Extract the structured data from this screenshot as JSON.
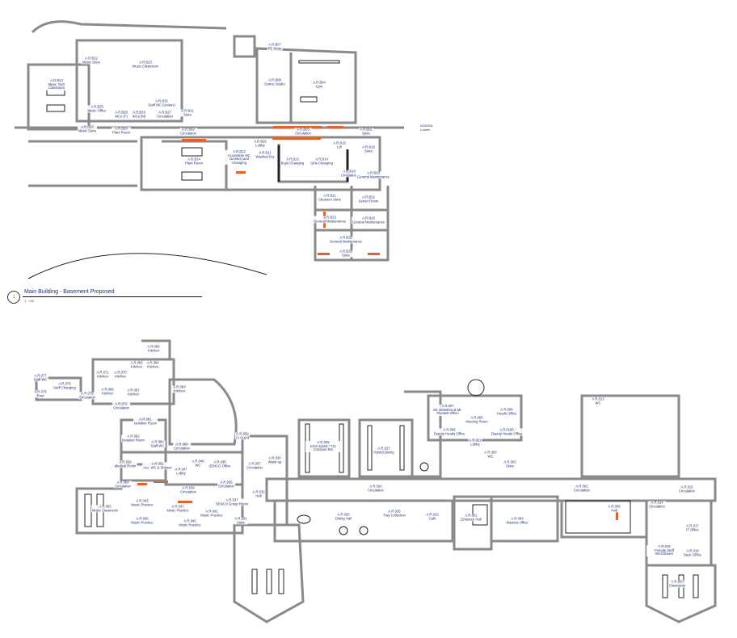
{
  "view_title": {
    "number": "1",
    "title": "Main Building - Basement Proposed",
    "scale": "1 : 200"
  },
  "note": {
    "code": "N15/00A",
    "text": "Locker"
  },
  "colors": {
    "walls": "#8a8a8a",
    "labels": "#1d2f6e",
    "lockers": "#e4622a"
  },
  "basement_rooms": [
    {
      "code": "A.R.B24",
      "name": "Music Tech Classroom"
    },
    {
      "code": "A.R.B22",
      "name": "Music Store"
    },
    {
      "code": "A.R.B23",
      "name": "Music Classroom"
    },
    {
      "code": "A.R.B25",
      "name": "Music Office"
    },
    {
      "code": "A.R.B26",
      "name": "WCs (F)"
    },
    {
      "code": "A.R.B28",
      "name": "WCs (M)"
    },
    {
      "code": "A.R.B32",
      "name": "Staff WC (Unisex)"
    },
    {
      "code": "A.R.B27",
      "name": "Circulation"
    },
    {
      "code": "A.R.B21",
      "name": "Store"
    },
    {
      "code": "A.R.B20",
      "name": "Music Store"
    },
    {
      "code": "A.R.B20",
      "name": "Plant Room"
    },
    {
      "code": "A.R.B08",
      "name": "Dance Studio"
    },
    {
      "code": "A.R.B04",
      "name": "Gym"
    },
    {
      "code": "A.R.B07",
      "name": "PE Store"
    },
    {
      "code": "A.R.B05",
      "name": "Circulation"
    },
    {
      "code": "A.R.B24",
      "name": "Plant Room"
    },
    {
      "code": "A.R.B12",
      "name": "Accessible WC (Unisex) and Changing"
    },
    {
      "code": "A.R.B20",
      "name": "Lobby"
    },
    {
      "code": "A.R.B11",
      "name": "Washed Dry"
    },
    {
      "code": "A.R.B13",
      "name": "Boys Changing"
    },
    {
      "code": "A.R.B14",
      "name": "Girls Changing"
    },
    {
      "code": "A.R.B15",
      "name": "Lift"
    },
    {
      "code": "A.R.B16",
      "name": "Store"
    },
    {
      "code": "A.R.B18",
      "name": "Circulation"
    },
    {
      "code": "A.R.B20",
      "name": "General Maintenance"
    },
    {
      "code": "A.R.B21",
      "name": "Cleaners Store"
    },
    {
      "code": "A.R.B22",
      "name": "Server Room"
    },
    {
      "code": "A.R.B23",
      "name": "General Maintenance"
    },
    {
      "code": "A.R.B26",
      "name": "General Maintenance"
    },
    {
      "code": "A.R.B25",
      "name": "General Maintenance"
    },
    {
      "code": "A.R.B28",
      "name": "Store"
    },
    {
      "code": "A.R.B02",
      "name": "Circulation"
    },
    {
      "code": "A.R.B01",
      "name": "Store"
    }
  ],
  "ground_rooms": [
    {
      "code": "A.R.066",
      "name": "Kitchen"
    },
    {
      "code": "A.R.071",
      "name": "Kitchen"
    },
    {
      "code": "A.R.070",
      "name": "Kitchen"
    },
    {
      "code": "A.R.065",
      "name": "Kitchen"
    },
    {
      "code": "A.R.064",
      "name": "Kitchen"
    },
    {
      "code": "A.R.069",
      "name": "Kitchen"
    },
    {
      "code": "A.R.067",
      "name": "Kitchen"
    },
    {
      "code": "A.R.063",
      "name": "Kitchen"
    },
    {
      "code": "A.R.077",
      "name": "Staff WC"
    },
    {
      "code": "A.R.078",
      "name": "Staff Changing"
    },
    {
      "code": "A.R.076",
      "name": "Rest"
    },
    {
      "code": "A.R.075",
      "name": "Circulation"
    },
    {
      "code": "A.R.072",
      "name": "Circulation"
    },
    {
      "code": "A.R.061",
      "name": "Isolation Room"
    },
    {
      "code": "A.R.062",
      "name": "Isolation Room"
    },
    {
      "code": "A.R.060",
      "name": "Staff WC"
    },
    {
      "code": "A.R.060",
      "name": "Circulation"
    },
    {
      "code": "A.R.059",
      "name": "CI Cup'd"
    },
    {
      "code": "A.R.059",
      "name": "Medical Room"
    },
    {
      "code": "A.R.051",
      "name": "Acc. WC & Shower"
    },
    {
      "code": "A.R.047",
      "name": "Lobby"
    },
    {
      "code": "A.R.048",
      "name": "WC"
    },
    {
      "code": "A.R.038",
      "name": "SENCO Office"
    },
    {
      "code": "A.R.037",
      "name": "Circulation"
    },
    {
      "code": "A.R.054",
      "name": "Circulation"
    },
    {
      "code": "A.R.039",
      "name": "Circulation"
    },
    {
      "code": "A.R.036",
      "name": "Circulation"
    },
    {
      "code": "A.R.055",
      "name": "Music Classroom"
    },
    {
      "code": "A.R.043",
      "name": "Music Practice"
    },
    {
      "code": "A.R.058",
      "name": "Music Practice"
    },
    {
      "code": "A.R.047",
      "name": "Music Practice"
    },
    {
      "code": "A.R.042",
      "name": "Music Practice"
    },
    {
      "code": "A.R.041",
      "name": "Music Practice"
    },
    {
      "code": "A.R.037",
      "name": "SENCO Group Room"
    },
    {
      "code": "A.R.031",
      "name": "Store"
    },
    {
      "code": "A.R.032",
      "name": "Hall"
    },
    {
      "code": "A.R.030",
      "name": "Wash-up"
    },
    {
      "code": "A.R.029",
      "name": "KS4 Hybrid / Y11 Common Rm"
    },
    {
      "code": "A.R.027",
      "name": "Hybrid Dining"
    },
    {
      "code": "A.R.024",
      "name": "Circulation"
    },
    {
      "code": "A.R.025",
      "name": "Dining Hall"
    },
    {
      "code": "A.R.026",
      "name": "Tray Collection"
    },
    {
      "code": "A.R.023",
      "name": "Café"
    },
    {
      "code": "A.R.001",
      "name": "Entrance Hall"
    },
    {
      "code": "A.R.007",
      "name": "Mr. Mckellow & Mr. Plunkett Office"
    },
    {
      "code": "A.R.005",
      "name": "Meeting Room"
    },
    {
      "code": "A.R.008",
      "name": "Heads Office"
    },
    {
      "code": "A.R.006",
      "name": "Deputy Heads Office"
    },
    {
      "code": "A.R.0100",
      "name": "Deputy Heads Office"
    },
    {
      "code": "A.R.021",
      "name": "Lobby"
    },
    {
      "code": "A.R.003",
      "name": "WC"
    },
    {
      "code": "A.R.003",
      "name": "Store"
    },
    {
      "code": "A.R.009",
      "name": "Masters Office"
    },
    {
      "code": "A.R.013",
      "name": "WC"
    },
    {
      "code": "A.R.002",
      "name": "Circulation"
    },
    {
      "code": "A.R.006",
      "name": "Hall"
    },
    {
      "code": "A.R.015",
      "name": "Circulation"
    },
    {
      "code": "A.R.014",
      "name": "Circulation"
    },
    {
      "code": "A.R.017",
      "name": "IT Office"
    },
    {
      "code": "A.R.016",
      "name": "Female Staff WC/Shower"
    },
    {
      "code": "A.R.018",
      "name": "Dept. Office"
    },
    {
      "code": "A.R.020",
      "name": "Classroom"
    }
  ]
}
